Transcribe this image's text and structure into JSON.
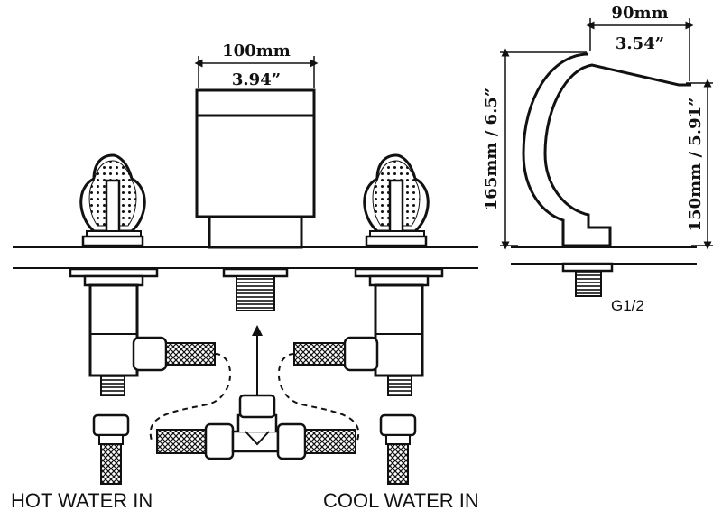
{
  "dimensions": {
    "spout_width_mm": "100mm",
    "spout_width_in": "3.94”",
    "side_width_mm": "90mm",
    "side_width_in": "3.54”",
    "total_height": "165mm / 6.5”",
    "spout_height": "150mm / 5.91”"
  },
  "labels": {
    "thread": "G1/2",
    "hot_water": "HOT WATER IN",
    "cool_water": "COOL WATER IN"
  }
}
